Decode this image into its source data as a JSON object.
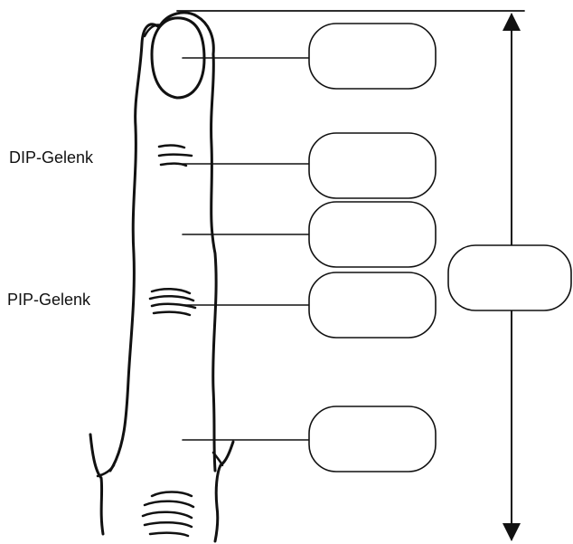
{
  "labels": {
    "dip": "DIP-Gelenk",
    "pip": "PIP-Gelenk"
  },
  "answer_boxes": [
    {
      "id": "nail",
      "text": ""
    },
    {
      "id": "distal-phalanx",
      "text": ""
    },
    {
      "id": "middle-phalanx",
      "text": ""
    },
    {
      "id": "pip-joint",
      "text": ""
    },
    {
      "id": "proximal-phalanx",
      "text": ""
    },
    {
      "id": "finger-length",
      "text": ""
    }
  ],
  "colors": {
    "ink": "#111111",
    "background": "#ffffff"
  }
}
